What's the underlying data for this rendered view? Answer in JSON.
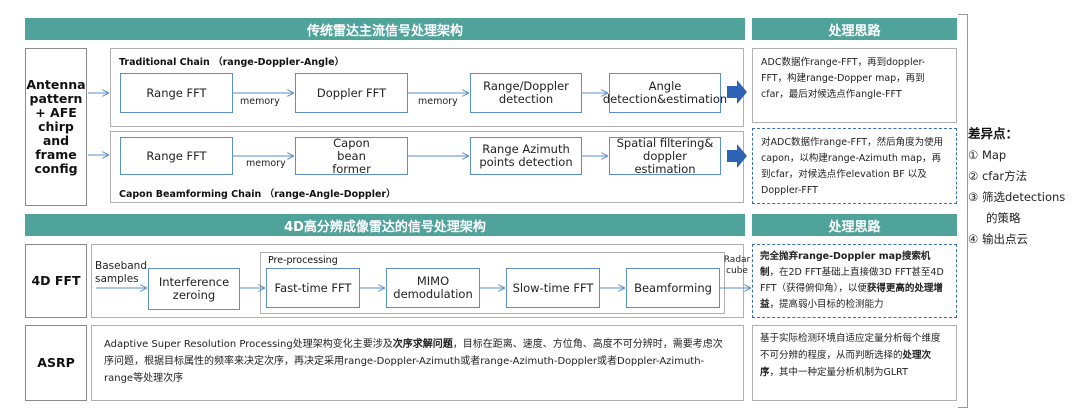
{
  "top": {
    "banner": "传统雷达主流信号处理架构",
    "side_banner": "处理思路",
    "left_label": [
      "Antenna",
      "pattern",
      "+ AFE",
      "chirp",
      "and",
      "frame",
      "config"
    ],
    "traditional": {
      "title": "Traditional Chain （range-Doppler-Angle）",
      "boxes": [
        "Range FFT",
        "Doppler FFT",
        "Range/Doppler detection",
        "Angle detection&estimation"
      ],
      "mem1": "memory",
      "mem2": "memory",
      "note": "ADC数据作range-FFT，再到doppler-FFT，构建range-Dopper map，再到cfar，最后对候选点作angle-FFT"
    },
    "capon": {
      "title": "Capon Beamforming Chain （range-Angle-Doppler）",
      "boxes": [
        "Range FFT",
        "Capon bean former",
        "Range Azimuth points detection",
        "Spatial filtering& doppler estimation"
      ],
      "mem1": "memory",
      "note": "对ADC数据作range-FFT，然后角度为使用capon，以构建range-Azimuth map，再到cfar，对候选点作elevation BF 以及Doppler-FFT"
    }
  },
  "bottom": {
    "banner": "4D高分辨成像雷达的信号处理架构",
    "side_banner": "处理思路",
    "fourd": {
      "label": "4D FFT",
      "input": "Baseband samples",
      "box0": "Interference zeroing",
      "preproc": "Pre-processing",
      "boxes": [
        "Fast-time FFT",
        "MIMO demodulation",
        "Slow-time FFT",
        "Beamforming"
      ],
      "output": "Radar cube",
      "note_b1": "完全抛弃range-Doppler map搜索机制",
      "note_t1": "，在2D FFT基础上直接做3D FFT甚至4D FFT（获得俯仰角），以便",
      "note_b2": "获得更高的处理增益",
      "note_t2": "，提高弱小目标的检测能力"
    },
    "asrp": {
      "label": "ASRP",
      "text_a": "Adaptive Super Resolution Processing处理架构变化主要涉及",
      "text_b": "次序求解问题",
      "text_c": "，目标在距离、速度、方位角、高度不可分辨时，需要考虑次序问题，根据目标属性的频率来决定次序，再决定采用range-Doppler-Azimuth或者range-Azimuth-Doppler或者Doppler-Azimuth-range等处理次序",
      "note_a": "基于实际检测环境自适应定量分析每个维度不可分辨的程度，从而判断选择的",
      "note_b": "处理次序",
      "note_c": "，其中一种定量分析机制为GLRT"
    }
  },
  "diff": {
    "title": "差异点：",
    "items": [
      "① Map",
      "② cfar方法",
      "③ 筛选detections",
      "的策略",
      "④ 输出点云"
    ]
  },
  "colors": {
    "teal": "#4fa39b",
    "blue": "#5a8fc9",
    "arrow_dark": "#2f63b5"
  }
}
